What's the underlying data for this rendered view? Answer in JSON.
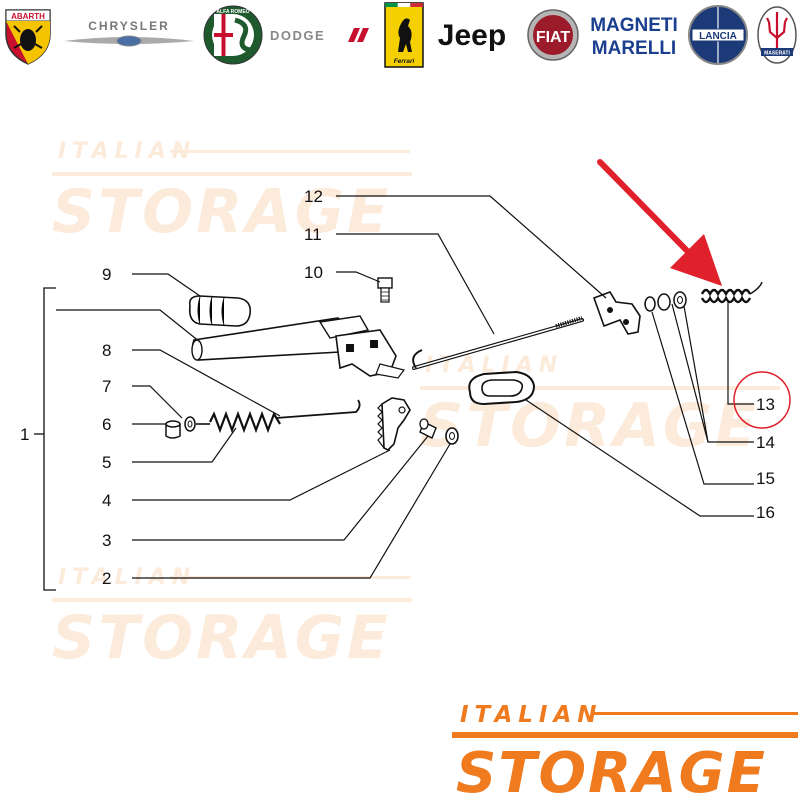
{
  "brands": [
    {
      "id": "abarth",
      "label": "ABARTH"
    },
    {
      "id": "chrysler",
      "label": "CHRYSLER"
    },
    {
      "id": "alfa-romeo",
      "label": "ALFA ROMEO"
    },
    {
      "id": "dodge",
      "label": "DODGE"
    },
    {
      "id": "ferrari",
      "label": "Ferrari"
    },
    {
      "id": "jeep",
      "label": "Jeep"
    },
    {
      "id": "fiat",
      "label": "FIAT"
    },
    {
      "id": "magneti-marelli",
      "label_line1": "MAGNETI",
      "label_line2": "MARELLI"
    },
    {
      "id": "lancia",
      "label": "LANCIA"
    },
    {
      "id": "maserati",
      "label": "MASERATI"
    }
  ],
  "watermark": {
    "line1": "ITALIAN",
    "line2": "STORAGE"
  },
  "callouts": [
    "1",
    "2",
    "3",
    "4",
    "5",
    "6",
    "7",
    "8",
    "9",
    "10",
    "11",
    "12",
    "13",
    "14",
    "15",
    "16"
  ],
  "highlight": {
    "part": "13",
    "color": "#e0202a"
  },
  "colors": {
    "brand_orange": "#f07a1e",
    "watermark_faint": "#fbe3d0",
    "line": "#111111"
  }
}
